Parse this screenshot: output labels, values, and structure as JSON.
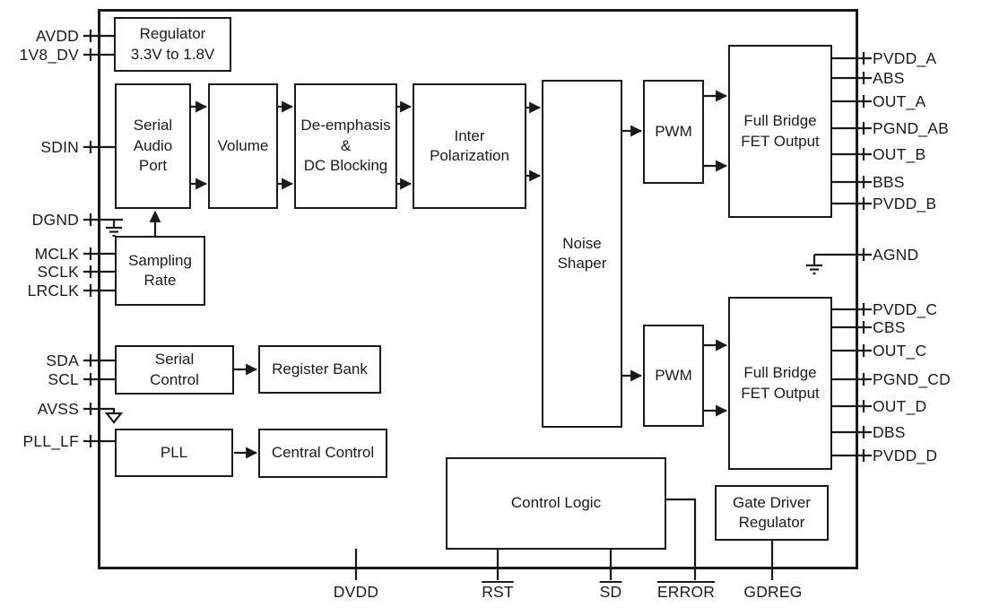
{
  "blocks": {
    "regulator": {
      "label": "Regulator\n3.3V to 1.8V"
    },
    "serial_audio_port": {
      "label": "Serial\nAudio\nPort"
    },
    "volume": {
      "label": "Volume"
    },
    "de_emphasis": {
      "label": "De-emphasis\n&\nDC Blocking"
    },
    "inter_polarization": {
      "label": "Inter\nPolarization"
    },
    "noise_shaper": {
      "label": "Noise\nShaper"
    },
    "pwm_a": {
      "label": "PWM"
    },
    "full_bridge_a": {
      "label": "Full Bridge\nFET Output"
    },
    "pwm_b": {
      "label": "PWM"
    },
    "full_bridge_b": {
      "label": "Full Bridge\nFET Output"
    },
    "sampling_rate": {
      "label": "Sampling\nRate"
    },
    "serial_control": {
      "label": "Serial\nControl"
    },
    "register_bank": {
      "label": "Register Bank"
    },
    "pll": {
      "label": "PLL"
    },
    "central_control": {
      "label": "Central Control"
    },
    "control_logic": {
      "label": "Control Logic"
    },
    "gate_driver_regulator": {
      "label": "Gate Driver\nRegulator"
    }
  },
  "pins": {
    "left": [
      {
        "label": "AVDD"
      },
      {
        "label": "1V8_DV"
      },
      {
        "label": "SDIN"
      },
      {
        "label": "DGND"
      },
      {
        "label": "MCLK"
      },
      {
        "label": "SCLK"
      },
      {
        "label": "LRCLK"
      },
      {
        "label": "SDA"
      },
      {
        "label": "SCL"
      },
      {
        "label": "AVSS"
      },
      {
        "label": "PLL_LF"
      }
    ],
    "right": [
      {
        "label": "PVDD_A"
      },
      {
        "label": "ABS"
      },
      {
        "label": "OUT_A"
      },
      {
        "label": "PGND_AB"
      },
      {
        "label": "OUT_B"
      },
      {
        "label": "BBS"
      },
      {
        "label": "PVDD_B"
      },
      {
        "label": "AGND"
      },
      {
        "label": "PVDD_C"
      },
      {
        "label": "CBS"
      },
      {
        "label": "OUT_C"
      },
      {
        "label": "PGND_CD"
      },
      {
        "label": "OUT_D"
      },
      {
        "label": "DBS"
      },
      {
        "label": "PVDD_D"
      }
    ],
    "bottom": [
      {
        "label": "DVDD",
        "overline": false
      },
      {
        "label": "RST",
        "overline": true
      },
      {
        "label": "SD",
        "overline": true
      },
      {
        "label": "ERROR",
        "overline": true
      },
      {
        "label": "GDREG",
        "overline": false
      }
    ]
  },
  "colors": {
    "line": "#1a1a1a",
    "text": "#1b1b1b",
    "background": "#ffffff"
  }
}
